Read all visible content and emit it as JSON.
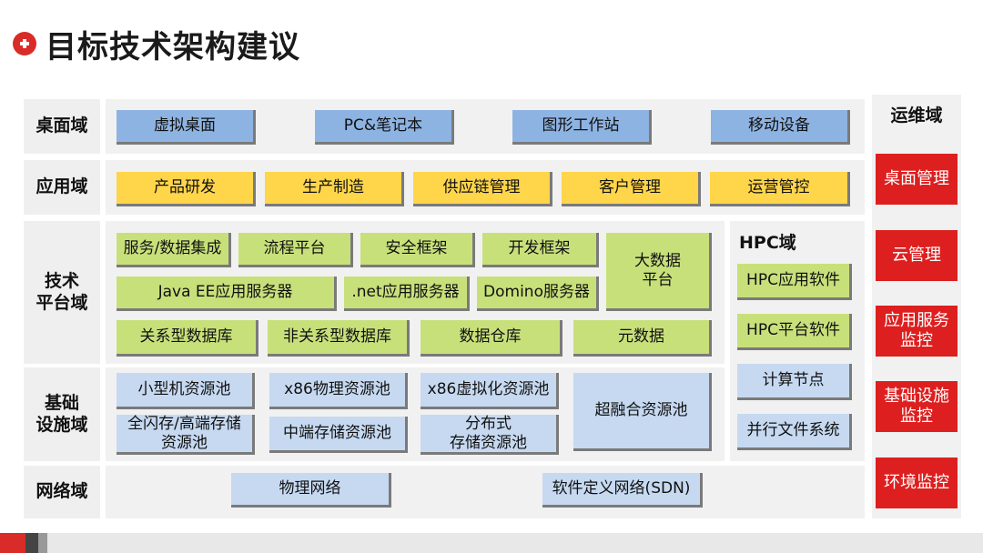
{
  "title": "目标技术架构建议",
  "rows": {
    "desktop": "桌面域",
    "application": "应用域",
    "platform": "技术\n平台域",
    "infrastructure": "基础\n设施域",
    "network": "网络域"
  },
  "desktop_items": [
    "虚拟桌面",
    "PC&笔记本",
    "图形工作站",
    "移动设备"
  ],
  "application_items": [
    "产品研发",
    "生产制造",
    "供应链管理",
    "客户管理",
    "运营管控"
  ],
  "platform_items": {
    "service_integration": "服务/数据集成",
    "process_platform": "流程平台",
    "security_framework": "安全框架",
    "dev_framework": "开发框架",
    "big_data": "大数据\n平台",
    "javaee_server": "Java EE应用服务器",
    "dotnet_server": ".net应用服务器",
    "domino_server": "Domino服务器",
    "relational_db": "关系型数据库",
    "nonrelational_db": "非关系型数据库",
    "data_warehouse": "数据仓库",
    "metadata": "元数据"
  },
  "infrastructure_items": {
    "minicomputer_pool": "小型机资源池",
    "x86_physical_pool": "x86物理资源池",
    "x86_virtual_pool": "x86虚拟化资源池",
    "hyperconverged_pool": "超融合资源池",
    "flash_storage_pool": "全闪存/高端存储\n资源池",
    "midrange_storage_pool": "中端存储资源池",
    "distributed_storage_pool": "分布式\n存储资源池"
  },
  "network_items": [
    "物理网络",
    "软件定义网络(SDN)"
  ],
  "hpc": {
    "title": "HPC域",
    "items": [
      "HPC应用软件",
      "HPC平台软件",
      "计算节点",
      "并行文件系统"
    ]
  },
  "ops": {
    "title": "运维域",
    "items": [
      "桌面管理",
      "云管理",
      "应用服务\n监控",
      "基础设施\n监控",
      "环境监控"
    ]
  },
  "colors": {
    "accent_red": "#dd1f1f",
    "desktop_blue": "#8db3e2",
    "app_yellow": "#ffd54a",
    "platform_green": "#c8e07a",
    "infra_blue": "#c6d9f1"
  }
}
